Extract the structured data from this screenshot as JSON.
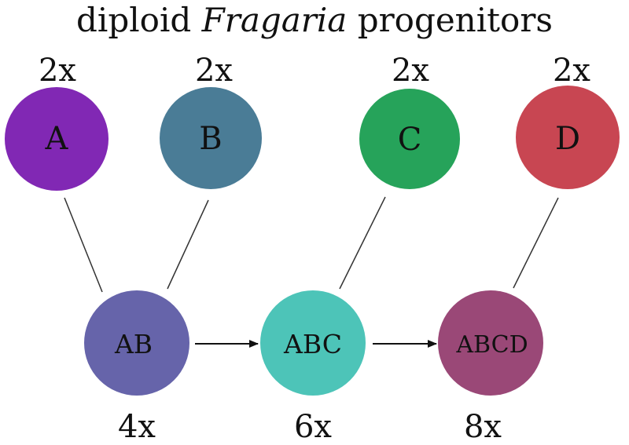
{
  "title": {
    "prefix": "diploid ",
    "genus": "Fragaria",
    "suffix": " progenitors"
  },
  "progenitors": [
    {
      "label": "A",
      "ploidy": "2x",
      "color": "#8128b4"
    },
    {
      "label": "B",
      "ploidy": "2x",
      "color": "#4a7c96"
    },
    {
      "label": "C",
      "ploidy": "2x",
      "color": "#26a35a"
    },
    {
      "label": "D",
      "ploidy": "2x",
      "color": "#c84652"
    }
  ],
  "hybrids": [
    {
      "label": "AB",
      "ploidy": "4x",
      "color": "#6664aa"
    },
    {
      "label": "ABC",
      "ploidy": "6x",
      "color": "#4dc4b8"
    },
    {
      "label": "ABCD",
      "ploidy": "8x",
      "color": "#9a4877"
    }
  ],
  "colors": {
    "line": "#333333",
    "arrow": "#111111"
  }
}
